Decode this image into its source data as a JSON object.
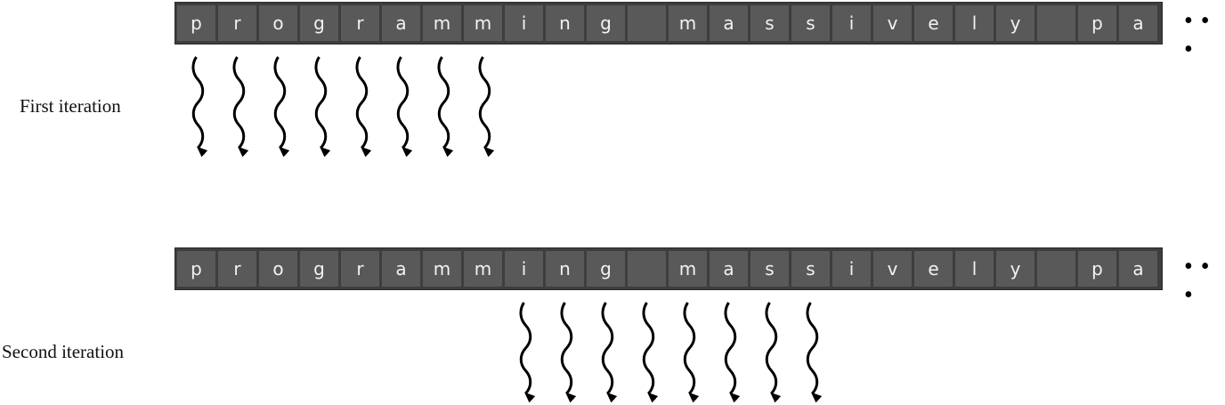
{
  "characters": [
    "p",
    "r",
    "o",
    "g",
    "r",
    "a",
    "m",
    "m",
    "i",
    "n",
    "g",
    " ",
    "m",
    "a",
    "s",
    "s",
    "i",
    "v",
    "e",
    "l",
    "y",
    " ",
    "p",
    "a"
  ],
  "ellipsis": "• • •",
  "iterations": [
    {
      "label": "First iteration",
      "thread_start_index": 0,
      "thread_count": 8
    },
    {
      "label": "Second iteration",
      "thread_start_index": 8,
      "thread_count": 8
    }
  ]
}
